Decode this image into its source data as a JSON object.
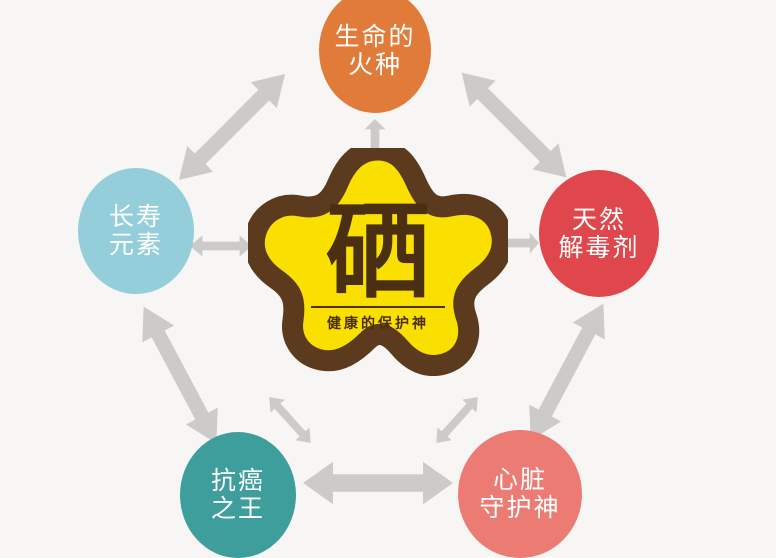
{
  "diagram": {
    "title": "硒 健康的保护神",
    "background_color": "#f7f6f4",
    "arrow_color": "#cdcbc9",
    "center": {
      "name": "selenium-star",
      "main_character": "硒",
      "subtitle": "健康的保护神",
      "shape": "five-pointed-rounded-star",
      "fill_color": "#fae000",
      "outline_color": "#5c3a1e",
      "text_color": "#4a2f12"
    },
    "nodes": [
      {
        "id": "spark",
        "position": "top",
        "lines": [
          "生命的",
          "火种"
        ],
        "color": "#e07b39"
      },
      {
        "id": "detox",
        "position": "right",
        "lines": [
          "天然",
          "解毒剂"
        ],
        "color": "#e0474c"
      },
      {
        "id": "heart",
        "position": "bottom-right",
        "lines": [
          "心脏",
          "守护神"
        ],
        "color": "#ec7c73"
      },
      {
        "id": "anticancer",
        "position": "bottom-left",
        "lines": [
          "抗癌",
          "之王"
        ],
        "color": "#3d9e9b"
      },
      {
        "id": "longevity",
        "position": "left",
        "lines": [
          "长寿",
          "元素"
        ],
        "color": "#93ceda"
      }
    ],
    "connectors": [
      {
        "id": "star-to-spark",
        "type": "double-headed-arrow",
        "orientation": "vertical"
      },
      {
        "id": "star-to-detox",
        "type": "double-headed-arrow",
        "orientation": "horizontal"
      },
      {
        "id": "star-to-longevity",
        "type": "double-headed-arrow",
        "orientation": "horizontal"
      },
      {
        "id": "star-to-anticancer",
        "type": "double-headed-arrow",
        "orientation": "diagonal"
      },
      {
        "id": "star-to-heart",
        "type": "double-headed-arrow",
        "orientation": "diagonal"
      },
      {
        "id": "longevity-to-spark",
        "type": "double-headed-arrow",
        "orientation": "diagonal"
      },
      {
        "id": "spark-to-detox",
        "type": "double-headed-arrow",
        "orientation": "diagonal"
      },
      {
        "id": "longevity-to-anticancer",
        "type": "double-headed-arrow",
        "orientation": "diagonal"
      },
      {
        "id": "detox-to-heart",
        "type": "double-headed-arrow",
        "orientation": "diagonal"
      },
      {
        "id": "anticancer-to-heart",
        "type": "double-headed-arrow",
        "orientation": "horizontal"
      }
    ]
  }
}
